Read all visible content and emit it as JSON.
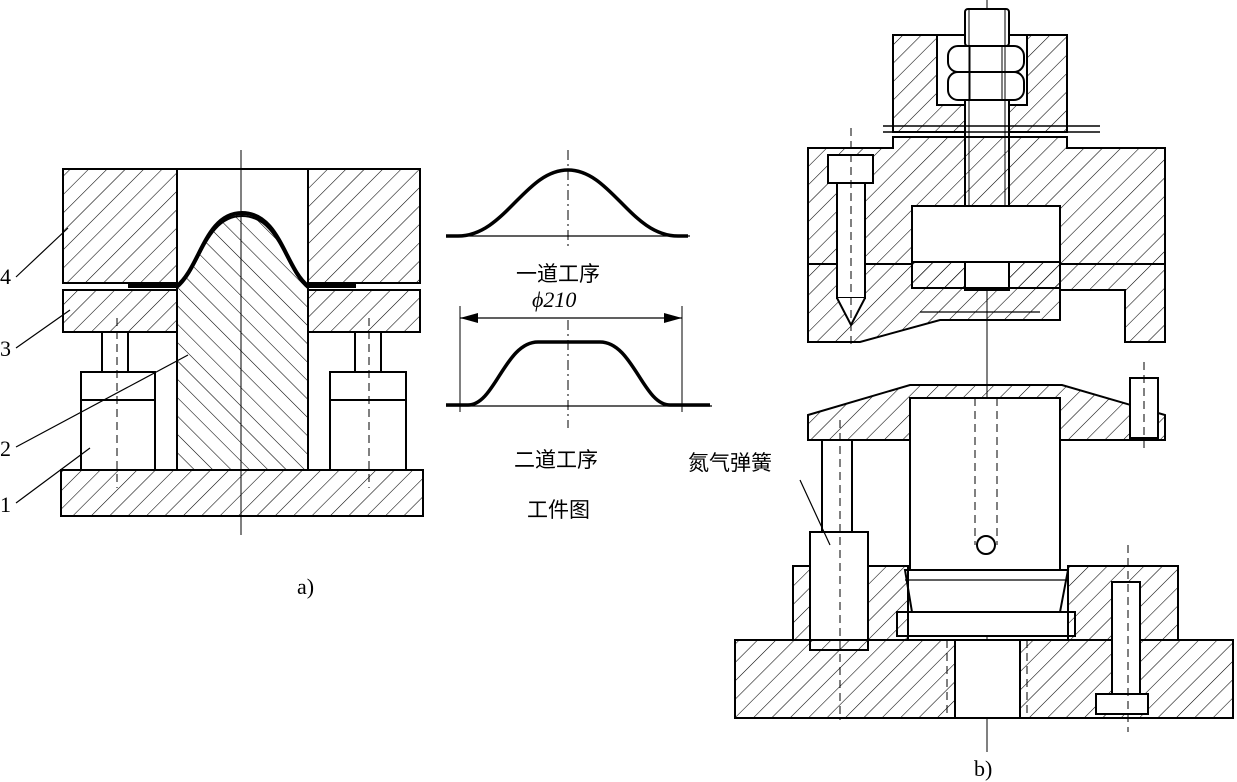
{
  "figure_a": {
    "part_labels": [
      "4",
      "3",
      "2",
      "1"
    ],
    "caption": "a)"
  },
  "workpiece": {
    "step1_label": "一道工序",
    "dimension": "ϕ210",
    "step2_label": "二道工序",
    "title": "工件图"
  },
  "figure_b": {
    "spring_label": "氮气弹簧",
    "caption": "b)"
  }
}
